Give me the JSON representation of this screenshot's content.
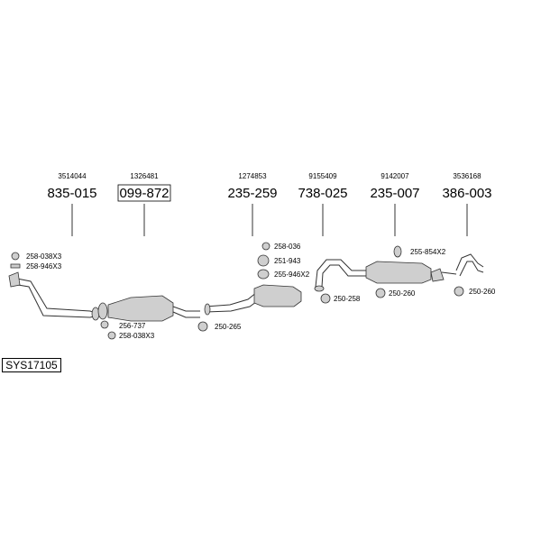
{
  "system_code": "SYS17105",
  "highlighted_part": "099-872",
  "parts": [
    {
      "oe": "3514044",
      "number": "835-015"
    },
    {
      "oe": "1326481",
      "number": "099-872"
    },
    {
      "oe": "1274853",
      "number": "235-259"
    },
    {
      "oe": "9155409",
      "number": "738-025"
    },
    {
      "oe": "9142007",
      "number": "235-007"
    },
    {
      "oe": "3536168",
      "number": "386-003"
    }
  ],
  "accessories": [
    "258-038X3",
    "258-946X3",
    "256-737",
    "258-038X3",
    "250-265",
    "258-036",
    "251-943",
    "255-946X2",
    "250-258",
    "255-854X2",
    "250-260",
    "250-260"
  ]
}
